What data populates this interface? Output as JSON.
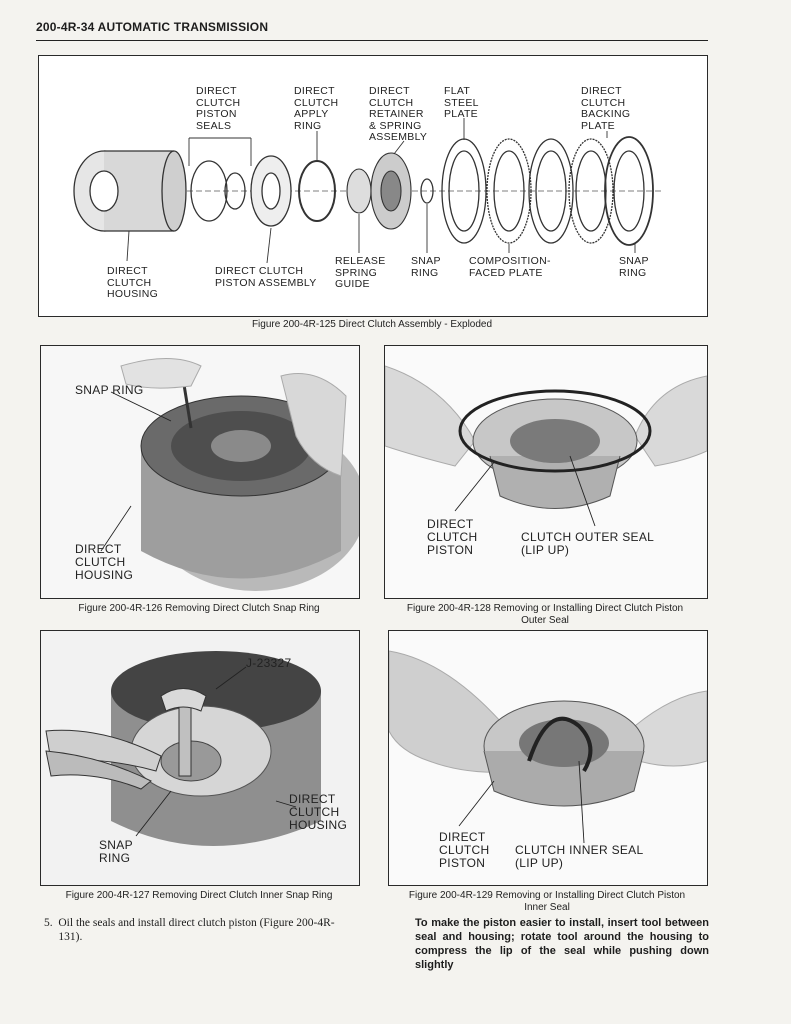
{
  "header": {
    "title": "200-4R-34 AUTOMATIC TRANSMISSION"
  },
  "fig125": {
    "caption": "Figure 200-4R-125 Direct Clutch Assembly - Exploded",
    "labels": {
      "piston_seals": "DIRECT\nCLUTCH\nPISTON\nSEALS",
      "apply_ring": "DIRECT\nCLUTCH\nAPPLY\nRING",
      "retainer": "DIRECT\nCLUTCH\nRETAINER\n& SPRING\nASSEMBLY",
      "flat_plate": "FLAT\nSTEEL\nPLATE",
      "backing_plate": "DIRECT\nCLUTCH\nBACKING\nPLATE",
      "housing": "DIRECT\nCLUTCH\nHOUSING",
      "piston_assembly": "DIRECT CLUTCH\nPISTON ASSEMBLY",
      "release_guide": "RELEASE\nSPRING\nGUIDE",
      "snap_ring_1": "SNAP\nRING",
      "composition_plate": "COMPOSITION-\nFACED PLATE",
      "snap_ring_2": "SNAP\nRING"
    }
  },
  "fig126": {
    "caption": "Figure 200-4R-126 Removing Direct Clutch Snap Ring",
    "labels": {
      "snap_ring": "SNAP RING",
      "housing": "DIRECT\nCLUTCH\nHOUSING"
    }
  },
  "fig128": {
    "caption": "Figure 200-4R-128 Removing or Installing Direct Clutch Piston\nOuter Seal",
    "labels": {
      "piston": "DIRECT\nCLUTCH\nPISTON",
      "outer_seal": "CLUTCH OUTER SEAL\n(LIP UP)"
    }
  },
  "fig127": {
    "caption": "Figure 200-4R-127 Removing Direct Clutch Inner Snap Ring",
    "labels": {
      "tool": "J-23327",
      "housing": "DIRECT\nCLUTCH\nHOUSING",
      "snap_ring": "SNAP\nRING"
    }
  },
  "fig129": {
    "caption": "Figure 200-4R-129 Removing or Installing Direct Clutch Piston\nInner Seal",
    "labels": {
      "piston": "DIRECT\nCLUTCH\nPISTON",
      "inner_seal": "CLUTCH INNER SEAL\n(LIP UP)"
    }
  },
  "step5": {
    "text": "5.  Oil the seals and install direct clutch piston (Figure 200-4R-\n     131)."
  },
  "note": {
    "text": "To make the piston easier to install, insert tool between seal and housing; rotate tool around the housing to compress the lip of the seal while pushing down slightly"
  }
}
